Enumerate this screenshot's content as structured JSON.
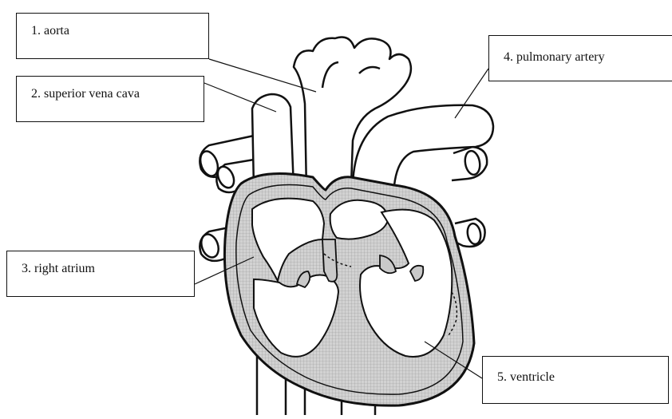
{
  "labels": [
    {
      "number": "1.",
      "text": "aorta"
    },
    {
      "number": "2.",
      "text": "superior vena cava"
    },
    {
      "number": "3.",
      "text": "right atrium"
    },
    {
      "number": "4.",
      "text": "pulmonary artery"
    },
    {
      "number": "5.",
      "text": "ventricle"
    }
  ],
  "colors": {
    "outline": "#111111",
    "wall_fill": "#c9c9c9",
    "background": "#ffffff"
  }
}
